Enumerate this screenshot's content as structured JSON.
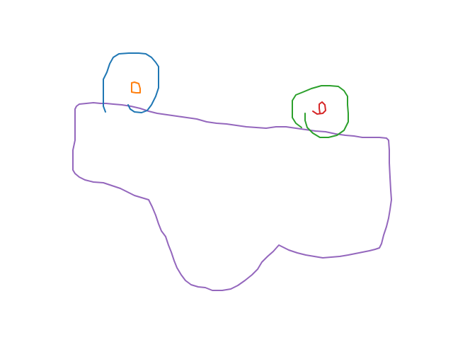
{
  "strokes": [
    {
      "id": "purple-outline",
      "color": "#9467bd"
    },
    {
      "id": "blue-loop",
      "color": "#1f77b4"
    },
    {
      "id": "orange-mark",
      "color": "#ff7f0e"
    },
    {
      "id": "green-loop",
      "color": "#2ca02c"
    },
    {
      "id": "red-mark",
      "color": "#d62728"
    }
  ]
}
